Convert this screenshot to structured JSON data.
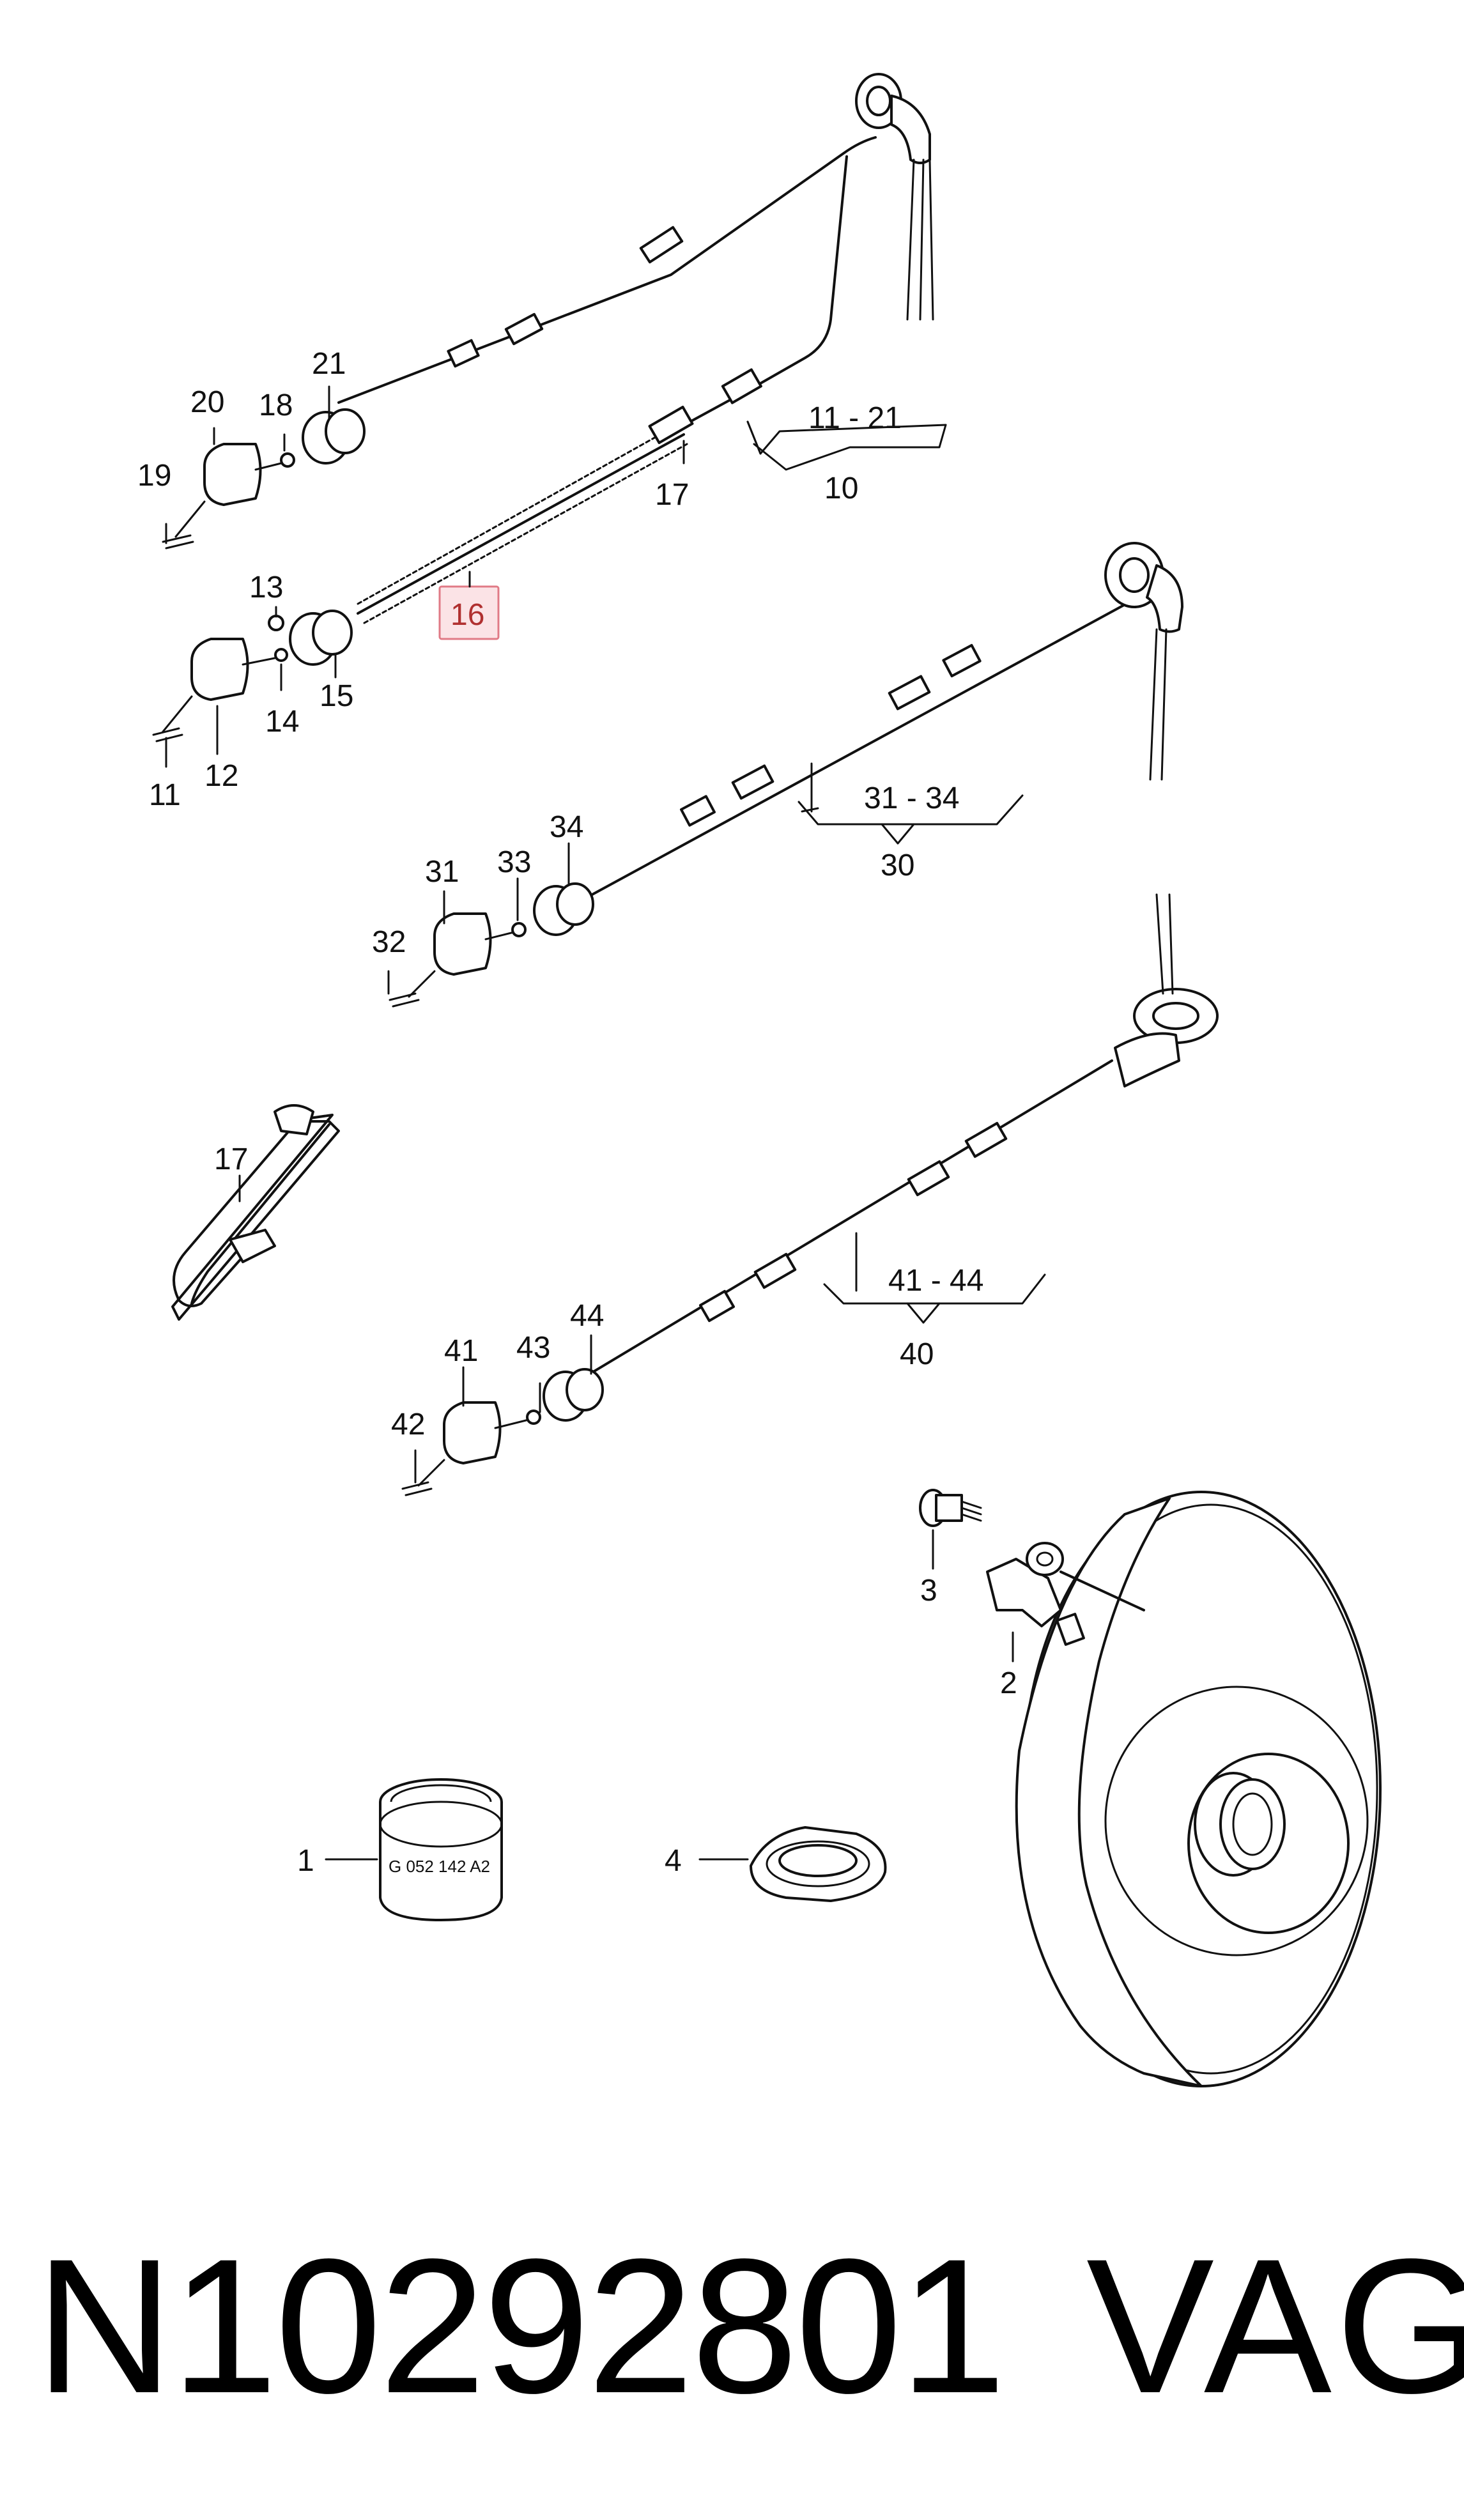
{
  "labels": {
    "l1": "1",
    "l2": "2",
    "l3": "3",
    "l4": "4",
    "l10": "10",
    "l10_range": "11 - 21",
    "l11": "11",
    "l12": "12",
    "l13": "13",
    "l14": "14",
    "l15": "15",
    "l16": "16",
    "l17a": "17",
    "l17b": "17",
    "l18": "18",
    "l19": "19",
    "l20": "20",
    "l21": "21",
    "l30": "30",
    "l30_range": "31 - 34",
    "l31": "31",
    "l32": "32",
    "l33": "33",
    "l34": "34",
    "l40": "40",
    "l40_range": "41 - 44",
    "l41": "41",
    "l42": "42",
    "l43": "43",
    "l44": "44"
  },
  "part_stamp": "G 052 142 A2",
  "highlighted_label": "16",
  "footer": {
    "part_number": "N10292801",
    "brand": "VAG"
  },
  "colors": {
    "highlight_fill": "#fbe3e6",
    "highlight_stroke": "#e07a86"
  }
}
